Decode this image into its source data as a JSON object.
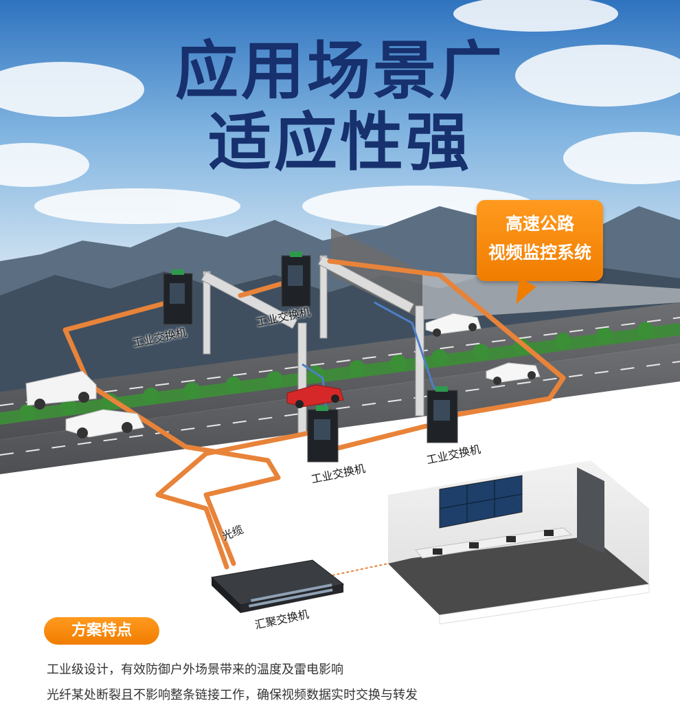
{
  "headline": {
    "line1": "应用场景广",
    "line2": "适应性强"
  },
  "callout": {
    "line1": "高速公路",
    "line2": "视频监控系统"
  },
  "labels": {
    "switch_left_top": "工业交换机",
    "switch_mid_top": "工业交换机",
    "switch_center": "工业交换机",
    "switch_right": "工业交换机",
    "fiber_cable": "光缆",
    "aggregation_switch": "汇聚交换机"
  },
  "features": {
    "title": "方案特点",
    "items": [
      "工业级设计，有效防御户外场景带来的温度及雷电影响",
      "光纤某处断裂且不影响整条链接工作，确保视频数据实时交换与转发"
    ]
  },
  "colors": {
    "headline": "#17306e",
    "accent": "#f08a10",
    "cable": "#e8833a",
    "sky": "#3f86cf"
  }
}
